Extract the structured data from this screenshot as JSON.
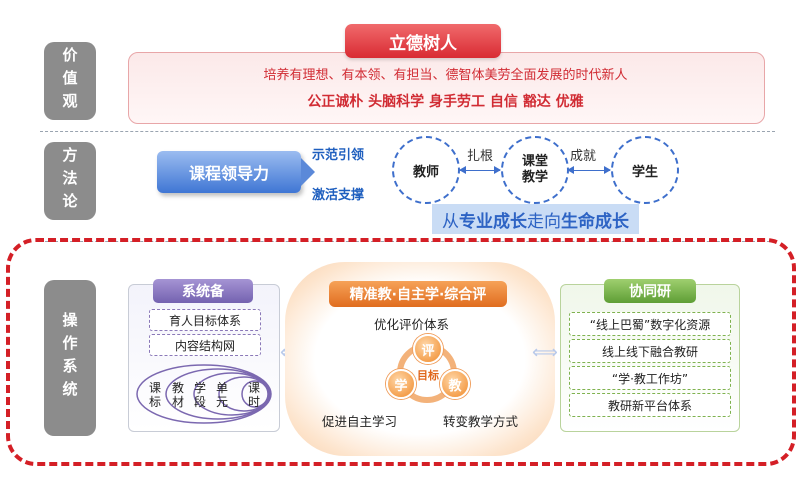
{
  "side_labels": {
    "values": "价值观",
    "methods": "方法论",
    "operation": "操作系统"
  },
  "values": {
    "title": "立德树人",
    "line1": "培养有理想、有本领、有担当、德智体美劳全面发展的时代新人",
    "line2": "公正诚朴 头脑科学 身手劳工 自信 豁达 优雅"
  },
  "methods": {
    "course_lead": "课程领导力",
    "demo": "示范引领",
    "activate": "激活支撑",
    "nodes": [
      "教师",
      "课堂\n教学",
      "学生"
    ],
    "link1": "扎根",
    "link2": "成就",
    "growth_prefix": "从",
    "growth_a": "专业成长",
    "growth_mid": "走向",
    "growth_b": "生命成长"
  },
  "operation": {
    "left": {
      "title": "系统备",
      "items": [
        "育人目标体系",
        "内容结构网"
      ],
      "columns": [
        "课标",
        "教材",
        "学段",
        "单元",
        "课时"
      ]
    },
    "center": {
      "title": "精准教·自主学·综合评",
      "top_label": "优化评价体系",
      "left_label": "促进自主学习",
      "right_label": "转变教学方式",
      "circle_top": "评",
      "circle_left": "学",
      "circle_right": "教",
      "center_text": "目标"
    },
    "right": {
      "title": "协同研",
      "items": [
        "“线上巴蜀”数字化资源",
        "线上线下融合教研",
        "“学·教工作坊”",
        "教研新平台体系"
      ]
    }
  },
  "colors": {
    "red": "#d12c34",
    "blue": "#2d63c4",
    "orange": "#e9762a",
    "purple": "#7b68b0",
    "green": "#6aa84f",
    "gray": "#8c8c8c"
  }
}
